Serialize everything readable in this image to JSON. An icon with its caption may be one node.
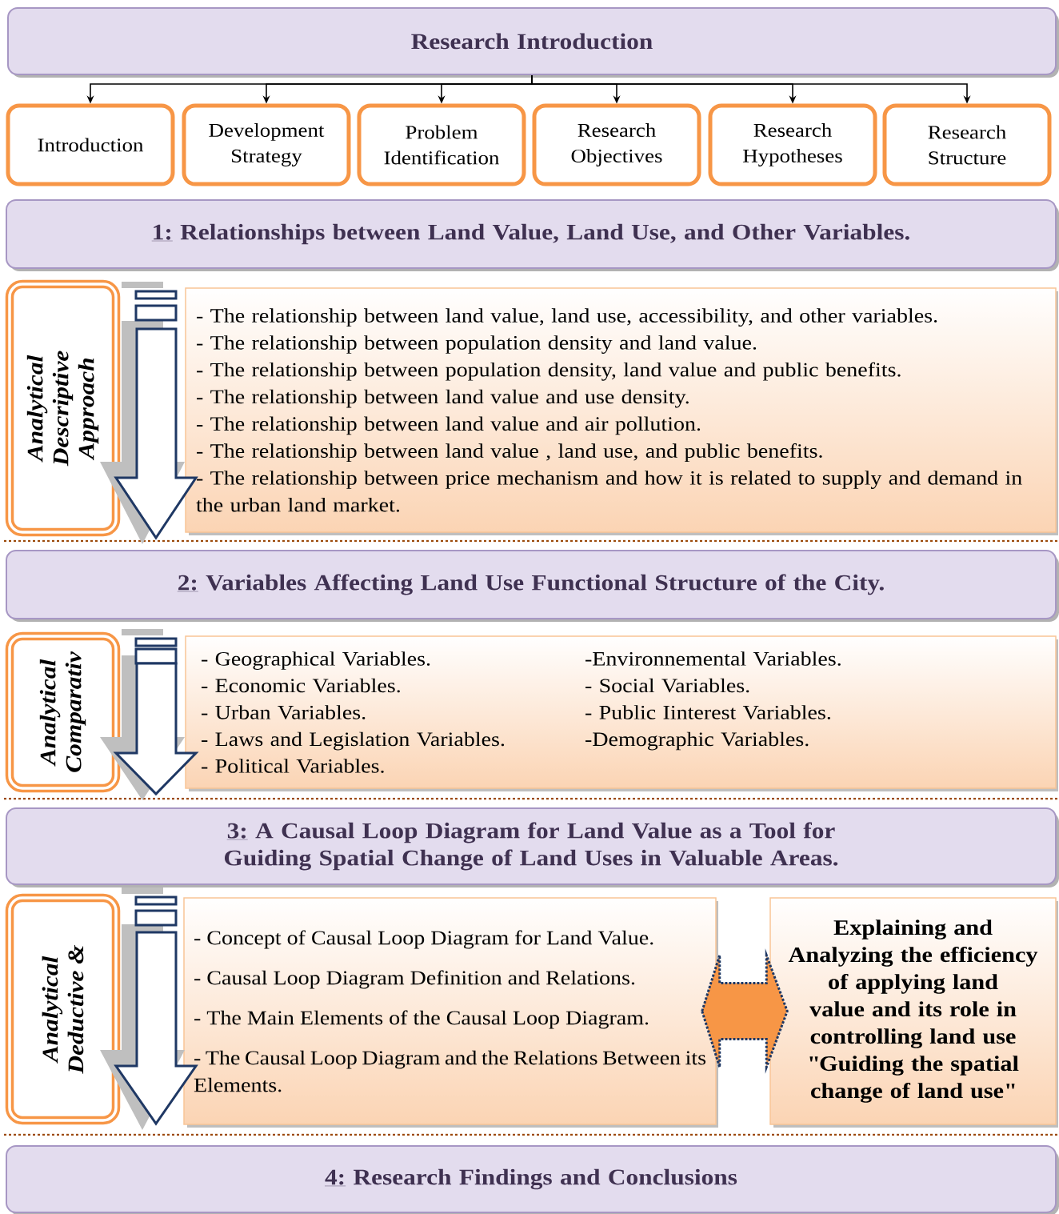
{
  "diagram": {
    "nodes": [
      {
        "text": [
          "Research Introduction"
        ]
      },
      {
        "text": [
          "Introduction"
        ]
      },
      {
        "text": [
          "Development Strategy"
        ]
      },
      {
        "text": [
          "Problem Identification"
        ]
      },
      {
        "text": [
          "Research Objectives"
        ]
      },
      {
        "text": [
          "Research Hypotheses"
        ]
      },
      {
        "text": [
          "Research Structure"
        ]
      },
      {
        "text": [
          "1:",
          "Relationships between Land Value, Land Use, and Other Variables."
        ]
      },
      {
        "text": [
          "Analytical Descriptive Approach"
        ]
      },
      {
        "text": [
          "- The relationship between land value, land use, accessibility, and other variables.",
          "- The relationship between population density and land value.",
          "- The relationship between population density, land value and public benefits.",
          "- The relationship between land value and use density.",
          "- The relationship between land value and air pollution.",
          "- The relationship between land value , land use, and public benefits.",
          "- The relationship between price mechanism and how it is related to supply and demand in the urban land market."
        ]
      },
      {
        "text": [
          "2:",
          "Variables Affecting Land Use Functional Structure of the City."
        ]
      },
      {
        "text": [
          "Analytical Comparativ"
        ]
      },
      {
        "text": [
          "- Geographical Variables.",
          "-Environnemental Variables.",
          "- Economic Variables.",
          "- Social Variables.",
          "- Urban Variables.",
          "- Public Iinterest Variables.",
          "- Laws and Legislation Variables.",
          "-Demographic Variables.",
          "- Political Variables."
        ]
      },
      {
        "text": [
          "3:",
          "A Causal Loop Diagram for Land Value as a Tool for Guiding Spatial Change of Land Uses in Valuable Areas."
        ]
      },
      {
        "text": [
          "Analytical Deductive &"
        ]
      },
      {
        "text": [
          "- Concept of Causal Loop Diagram for Land Value.",
          "- Causal Loop Diagram Definition and Relations.",
          "-  The Main Elements of the Causal Loop Diagram.",
          "- The Causal Loop Diagram and the Relations Between its Elements."
        ]
      },
      {
        "text": [
          "Explaining and Analyzing the efficiency of applying land value and its role in controlling land use \"Guiding the spatial change of land use\""
        ]
      },
      {
        "text": [
          "4:",
          "Research Findings and Conclusions"
        ]
      }
    ],
    "edges": [
      {
        "from": 0,
        "to": 1,
        "arrow": "to"
      },
      {
        "from": 0,
        "to": 2,
        "arrow": "to"
      },
      {
        "from": 0,
        "to": 3,
        "arrow": "to"
      },
      {
        "from": 0,
        "to": 4,
        "arrow": "to"
      },
      {
        "from": 0,
        "to": 5,
        "arrow": "to"
      },
      {
        "from": 0,
        "to": 6,
        "arrow": "to"
      },
      {
        "from": 15,
        "to": 16,
        "arrow": "both",
        "style": "dashed",
        "color": "#f79646"
      },
      {
        "from": 7,
        "to": 10,
        "arrow": "to"
      },
      {
        "from": 10,
        "to": 13,
        "arrow": "to"
      },
      {
        "from": 13,
        "to": 17,
        "arrow": "to"
      }
    ]
  }
}
